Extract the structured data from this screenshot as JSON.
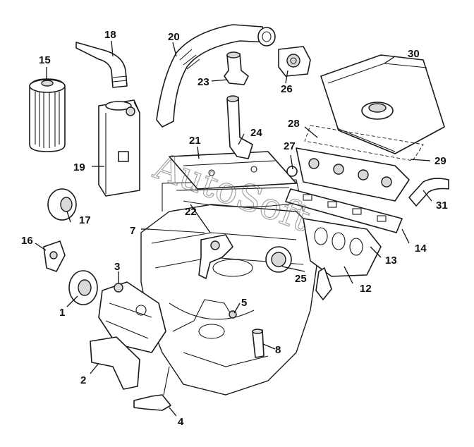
{
  "watermark": "AutoSoft",
  "callouts": [
    {
      "id": "1",
      "label": "1"
    },
    {
      "id": "2",
      "label": "2"
    },
    {
      "id": "3",
      "label": "3"
    },
    {
      "id": "4",
      "label": "4"
    },
    {
      "id": "5",
      "label": "5"
    },
    {
      "id": "7",
      "label": "7"
    },
    {
      "id": "8",
      "label": "8"
    },
    {
      "id": "12",
      "label": "12"
    },
    {
      "id": "13",
      "label": "13"
    },
    {
      "id": "14",
      "label": "14"
    },
    {
      "id": "15",
      "label": "15"
    },
    {
      "id": "16",
      "label": "16"
    },
    {
      "id": "17",
      "label": "17"
    },
    {
      "id": "18",
      "label": "18"
    },
    {
      "id": "19",
      "label": "19"
    },
    {
      "id": "20",
      "label": "20"
    },
    {
      "id": "21",
      "label": "21"
    },
    {
      "id": "22",
      "label": "22"
    },
    {
      "id": "23",
      "label": "23"
    },
    {
      "id": "24",
      "label": "24"
    },
    {
      "id": "25",
      "label": "25"
    },
    {
      "id": "26",
      "label": "26"
    },
    {
      "id": "27",
      "label": "27"
    },
    {
      "id": "28",
      "label": "28"
    },
    {
      "id": "29",
      "label": "29"
    },
    {
      "id": "30",
      "label": "30"
    },
    {
      "id": "31",
      "label": "31"
    }
  ]
}
